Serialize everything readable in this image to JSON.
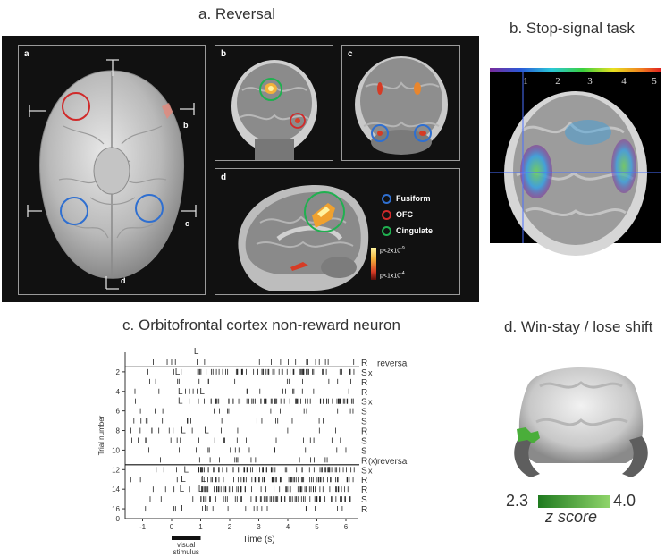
{
  "panel_a": {
    "title_letter": "a.",
    "title": "Reversal",
    "sub_a": "a",
    "sub_b": "b",
    "sub_c": "c",
    "sub_d": "d",
    "mark_b": "b",
    "mark_c": "c",
    "mark_d": "d",
    "legend": [
      {
        "label": "Fusiform",
        "color": "#2f6fd0"
      },
      {
        "label": "OFC",
        "color": "#d02a2a"
      },
      {
        "label": "Cingulate",
        "color": "#20b050"
      }
    ],
    "scale_top": "p<2x10",
    "scale_top_exp": "-9",
    "scale_bottom": "p<1x10",
    "scale_bottom_exp": "-4"
  },
  "panel_b": {
    "title_letter": "b.",
    "title": "Stop-signal task",
    "scale_ticks": [
      "1",
      "2",
      "3",
      "4",
      "5"
    ]
  },
  "panel_c": {
    "title_letter": "c.",
    "title": "Orbitofrontal cortex non-reward neuron",
    "y_label": "Trial number",
    "x_label": "Time (s)",
    "stimulus_label_1": "visual",
    "stimulus_label_2": "stimulus",
    "reversal_label": "reversal",
    "x_ticks": [
      "-1",
      "0",
      "1",
      "2",
      "3",
      "4",
      "5",
      "6"
    ],
    "y_ticks": [
      "2",
      "4",
      "6",
      "8",
      "10",
      "12",
      "14",
      "16"
    ],
    "y_tick_zero": "0",
    "trials": [
      {
        "outcome": "R",
        "mark": "",
        "L": []
      },
      {
        "outcome": "S",
        "mark": "x",
        "L": [
          0.2
        ]
      },
      {
        "outcome": "R",
        "mark": "",
        "L": []
      },
      {
        "outcome": "R",
        "mark": "",
        "L": [
          0.3,
          1.05
        ]
      },
      {
        "outcome": "S",
        "mark": "x",
        "L": [
          0.3
        ]
      },
      {
        "outcome": "S",
        "mark": "",
        "L": []
      },
      {
        "outcome": "S",
        "mark": "",
        "L": []
      },
      {
        "outcome": "R",
        "mark": "",
        "L": [
          0.4,
          1.2
        ]
      },
      {
        "outcome": "S",
        "mark": "",
        "L": []
      },
      {
        "outcome": "S",
        "mark": "",
        "L": []
      },
      {
        "outcome": "R",
        "mark": "(x)",
        "L": []
      },
      {
        "outcome": "S",
        "mark": "x",
        "L": [
          0.5
        ]
      },
      {
        "outcome": "R",
        "mark": "",
        "L": [
          0.4,
          1.1
        ]
      },
      {
        "outcome": "R",
        "mark": "",
        "L": [
          0.35,
          1.0
        ]
      },
      {
        "outcome": "S",
        "mark": "",
        "L": []
      },
      {
        "outcome": "R",
        "mark": "",
        "L": [
          0.4,
          1.2
        ]
      }
    ],
    "top_L": "L",
    "reversal_after_trials": [
      1,
      11
    ]
  },
  "panel_d": {
    "title_letter": "d.",
    "title": "Win-stay / lose shift",
    "scale_min": "2.3",
    "scale_max": "4.0",
    "scale_label": "z score"
  }
}
